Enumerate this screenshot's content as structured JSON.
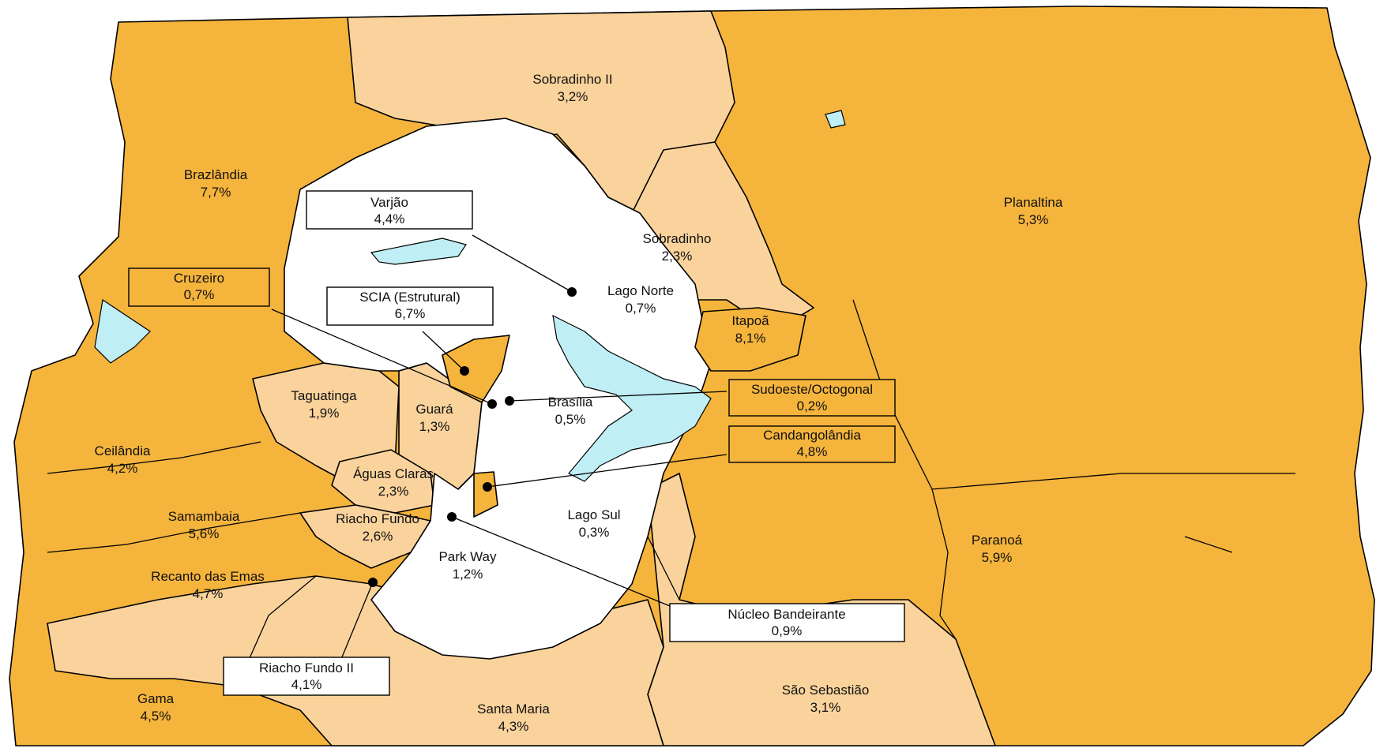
{
  "map": {
    "regions": {
      "sobradinho_ii": {
        "name": "Sobradinho II",
        "value": "3,2%"
      },
      "brazlandia": {
        "name": "Brazlândia",
        "value": "7,7%"
      },
      "planaltina": {
        "name": "Planaltina",
        "value": "5,3%"
      },
      "sobradinho": {
        "name": "Sobradinho",
        "value": "2,3%"
      },
      "lago_norte": {
        "name": "Lago Norte",
        "value": "0,7%"
      },
      "itapoa": {
        "name": "Itapoã",
        "value": "8,1%"
      },
      "taguatinga": {
        "name": "Taguatinga",
        "value": "1,9%"
      },
      "guara": {
        "name": "Guará",
        "value": "1,3%"
      },
      "brasilia": {
        "name": "Brasília",
        "value": "0,5%"
      },
      "ceilandia": {
        "name": "Ceilândia",
        "value": "4,2%"
      },
      "aguas_claras": {
        "name": "Águas Claras",
        "value": "2,3%"
      },
      "samambaia": {
        "name": "Samambaia",
        "value": "5,6%"
      },
      "riacho_fundo": {
        "name": "Riacho Fundo",
        "value": "2,6%"
      },
      "lago_sul": {
        "name": "Lago Sul",
        "value": "0,3%"
      },
      "park_way": {
        "name": "Park Way",
        "value": "1,2%"
      },
      "paranoa": {
        "name": "Paranoá",
        "value": "5,9%"
      },
      "recanto_das_emas": {
        "name": "Recanto das Emas",
        "value": "4,7%"
      },
      "gama": {
        "name": "Gama",
        "value": "4,5%"
      },
      "santa_maria": {
        "name": "Santa Maria",
        "value": "4,3%"
      },
      "sao_sebastiao": {
        "name": "São Sebastião",
        "value": "3,1%"
      }
    },
    "callouts": {
      "varjao": {
        "name": "Varjão",
        "value": "4,4%"
      },
      "cruzeiro": {
        "name": "Cruzeiro",
        "value": "0,7%"
      },
      "scia": {
        "name": "SCIA (Estrutural)",
        "value": "6,7%"
      },
      "sudoeste": {
        "name": "Sudoeste/Octogonal",
        "value": "0,2%"
      },
      "candangolandia": {
        "name": "Candangolândia",
        "value": "4,8%"
      },
      "nucleo_bandeirante": {
        "name": "Núcleo Bandeirante",
        "value": "0,9%"
      },
      "riacho_fundo_ii": {
        "name": "Riacho Fundo II",
        "value": "4,1%"
      }
    },
    "colors": {
      "dark_orange": "#f5b43c",
      "light_orange": "#fad39c",
      "white": "#ffffff",
      "water": "#bfeef5"
    }
  }
}
